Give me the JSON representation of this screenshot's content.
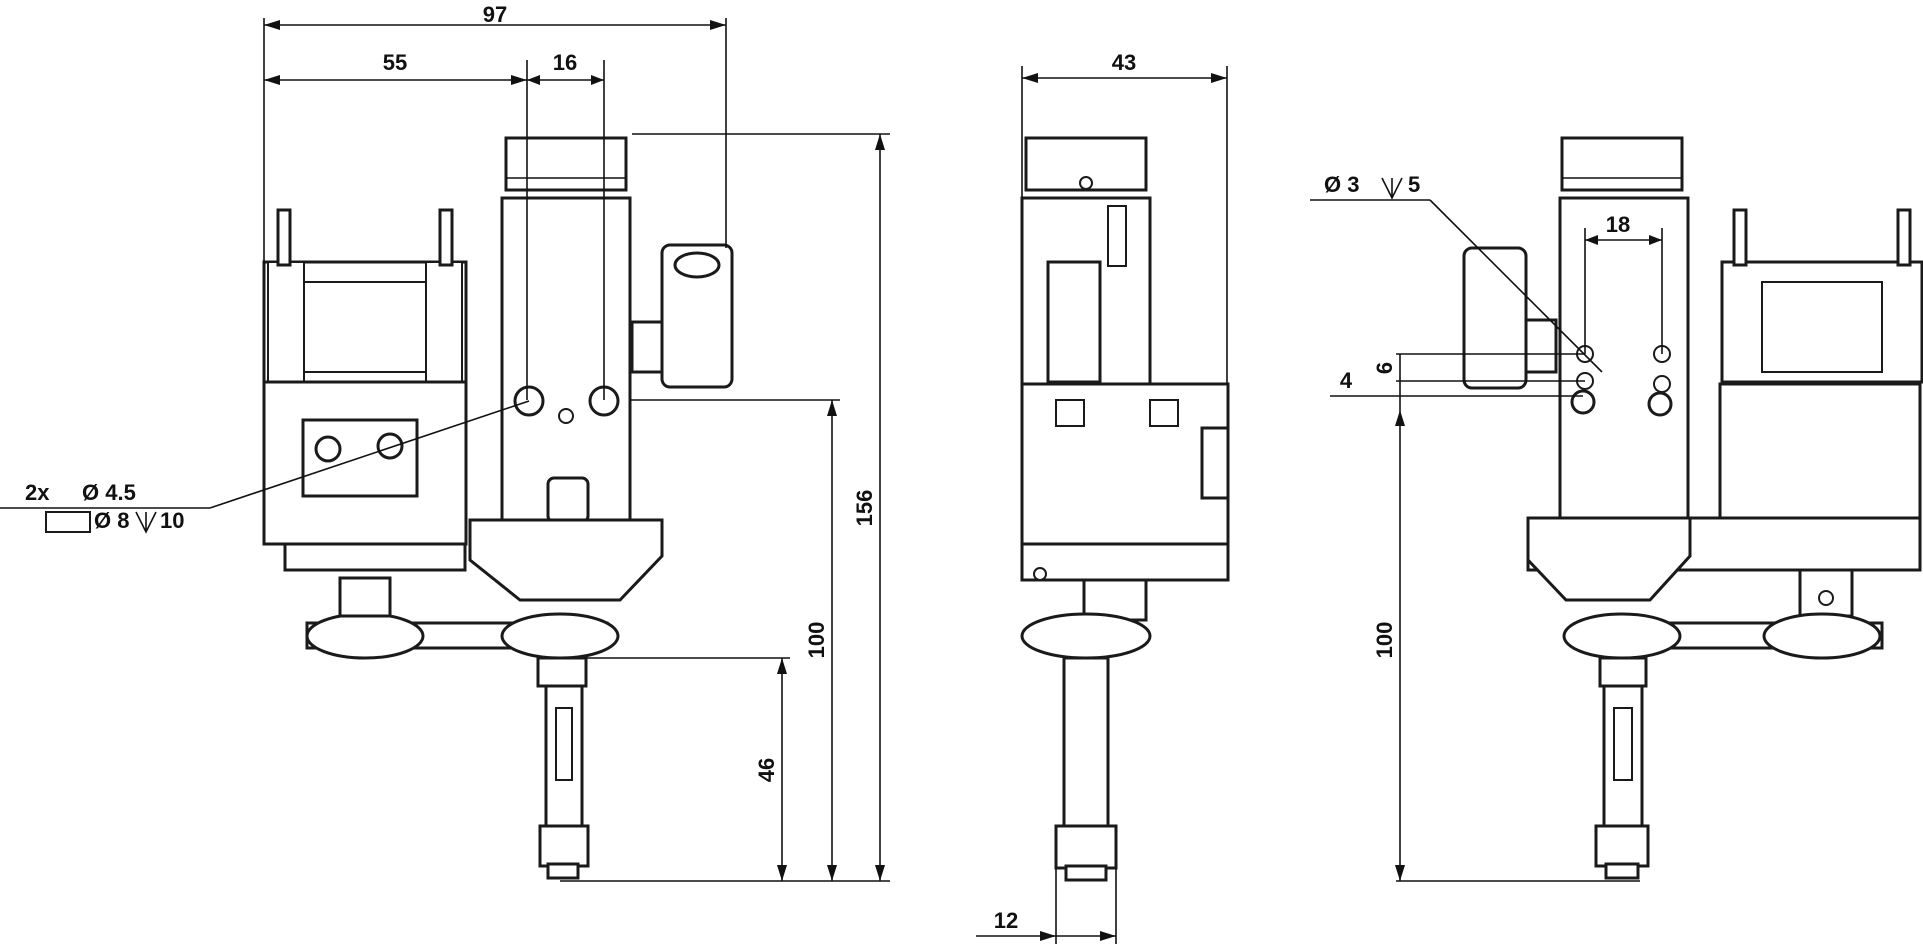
{
  "colors": {
    "ink": "#1a1a1a",
    "paper": "#ffffff"
  },
  "front_view": {
    "dims": {
      "overall_width": "97",
      "left_width": "55",
      "hole_pitch": "16",
      "total_height": "156",
      "height_to_holes": "100",
      "spindle_height": "46"
    },
    "callout": {
      "count": "2x",
      "diameter": "Ø 4.5",
      "counterbore": "Ø 8",
      "depth": "10"
    }
  },
  "side_view": {
    "dims": {
      "width": "43",
      "collet_width": "12"
    }
  },
  "rear_view": {
    "dims": {
      "hole_pitch": "18",
      "vertical_a": "6",
      "vertical_b": "4",
      "height": "100"
    },
    "callout": {
      "diameter": "Ø 3",
      "depth": "5"
    }
  }
}
